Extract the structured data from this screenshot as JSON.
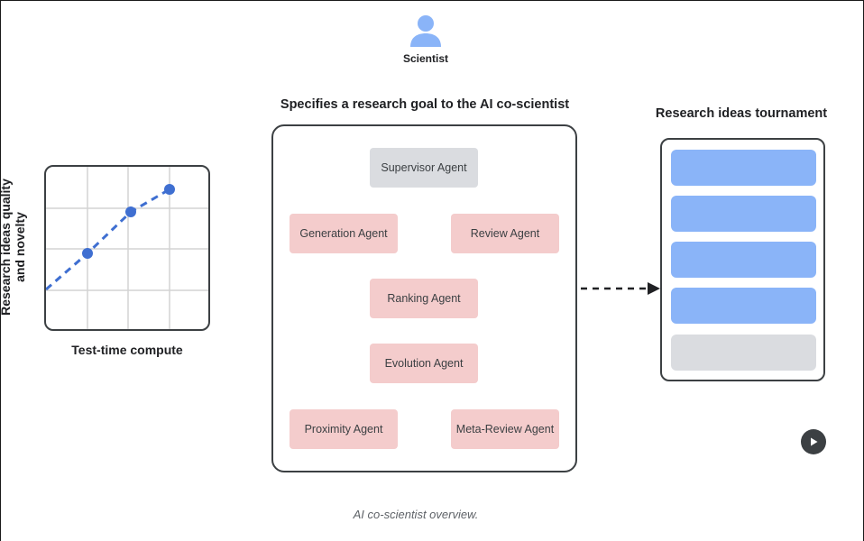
{
  "scientist": {
    "label": "Scientist",
    "icon": "person-icon"
  },
  "goal": {
    "label": "Specifies a research goal to the AI co-scientist"
  },
  "plot": {
    "xlabel": "Test-time compute",
    "ylabel": "Research ideas quality and novelty",
    "line_color": "#3f6fd1"
  },
  "agents": {
    "supervisor": "Supervisor Agent",
    "generation": "Generation Agent",
    "review": "Review Agent",
    "ranking": "Ranking Agent",
    "evolution": "Evolution Agent",
    "proximity": "Proximity Agent",
    "meta_review": "Meta-Review Agent"
  },
  "tournament": {
    "label": "Research ideas tournament",
    "ideas_filled": 4,
    "ideas_empty": 1
  },
  "caption": "AI co-scientist overview.",
  "colors": {
    "agent_fill": "#f4cccc",
    "supervisor_fill": "#dadce0",
    "idea_fill": "#8ab4f8",
    "idea_empty_fill": "#dadce0"
  }
}
